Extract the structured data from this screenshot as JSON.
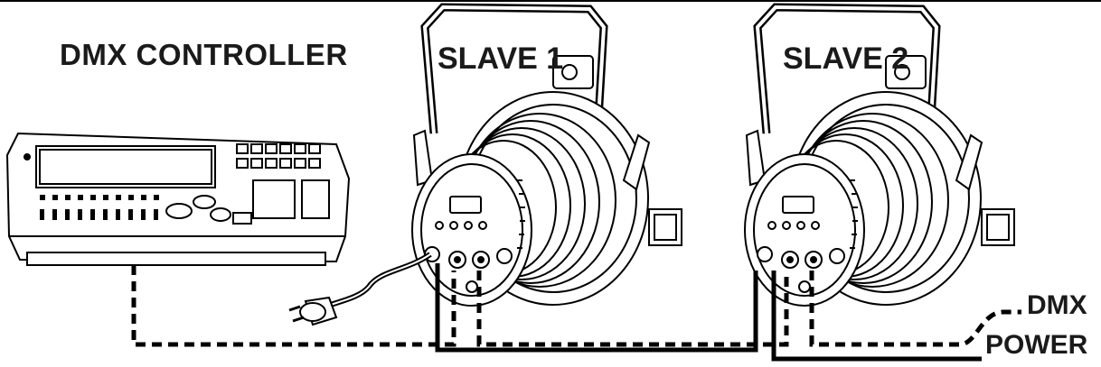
{
  "diagram": {
    "controller_label": "DMX CONTROLLER",
    "slave1_label": "SLAVE 1",
    "slave2_label": "SLAVE 2",
    "dmx_label": "DMX",
    "power_label": "POWER"
  },
  "colors": {
    "line": "#000000",
    "background": "#ffffff",
    "text": "#1a1a1a"
  }
}
